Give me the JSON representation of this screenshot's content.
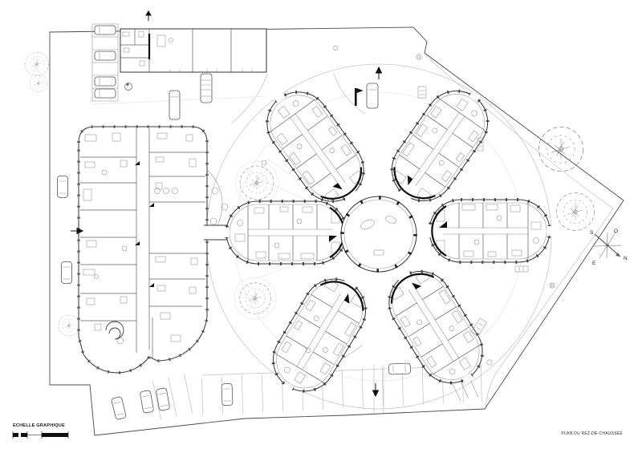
{
  "document": {
    "type": "architectural-ground-floor-site-plan",
    "title": "PLAN DU REZ-DE-CHAUSSÉE",
    "scale_label": "ECHELLE GRAPHIQUE"
  },
  "compass": {
    "north": "N",
    "south": "S",
    "east": "E",
    "west": "O"
  },
  "buildings": {
    "flower": {
      "petal_count": 6,
      "central_courtyard": "circular colonnade"
    },
    "annex": "left multi-room slab with rounded lobes",
    "service": "top service building with garage bays and parking stalls"
  },
  "colors": {
    "paper": "#ffffff",
    "wall": "#3a3a3a",
    "path": "#c7c7c7",
    "tree": "#9a9a9a",
    "ink": "#101010"
  }
}
